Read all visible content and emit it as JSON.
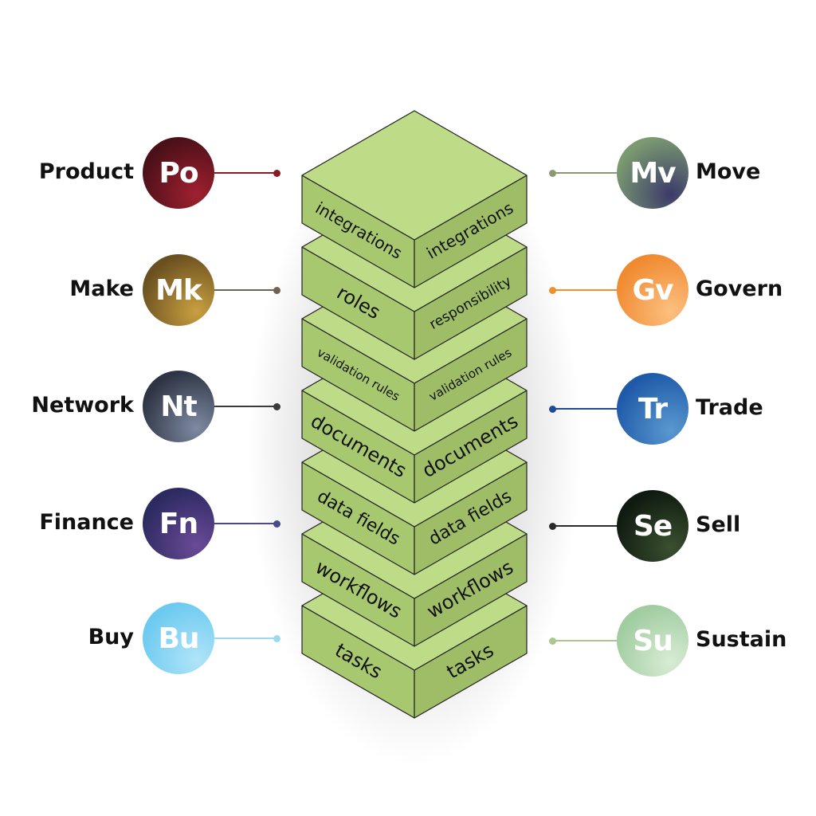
{
  "layers": [
    {
      "left": "integrations",
      "right": "integrations"
    },
    {
      "left": "roles",
      "right": "responsibility"
    },
    {
      "left": "validation rules",
      "right": "validation rules"
    },
    {
      "left": "documents",
      "right": "documents"
    },
    {
      "left": "data fields",
      "right": "data fields"
    },
    {
      "left": "workflows",
      "right": "workflows"
    },
    {
      "left": "tasks",
      "right": "tasks"
    }
  ],
  "left_domains": [
    {
      "label": "Product",
      "abbr": "Po",
      "color1": "#4a1018",
      "color2": "#a02030",
      "dot": "#8a1a24"
    },
    {
      "label": "Make",
      "abbr": "Mk",
      "color1": "#6a5020",
      "color2": "#c9a040",
      "dot": "#6e6250"
    },
    {
      "label": "Network",
      "abbr": "Nt",
      "color1": "#2e3444",
      "color2": "#7e8aa2",
      "dot": "#3a3a3a"
    },
    {
      "label": "Finance",
      "abbr": "Fn",
      "color1": "#2c2a60",
      "color2": "#6a4a98",
      "dot": "#4a4a8a"
    },
    {
      "label": "Buy",
      "abbr": "Bu",
      "color1": "#6ccaf0",
      "color2": "#b0e4f8",
      "dot": "#9cd8f0"
    }
  ],
  "right_domains": [
    {
      "label": "Move",
      "abbr": "Mv",
      "color1": "#7a9a70",
      "color2": "#3c3a6a",
      "dot": "#8a9a70"
    },
    {
      "label": "Govern",
      "abbr": "Gv",
      "color1": "#f08a30",
      "color2": "#fcc080",
      "dot": "#f0902c"
    },
    {
      "label": "Trade",
      "abbr": "Tr",
      "color1": "#1e5aa8",
      "color2": "#5a98d0",
      "dot": "#1e4a9a"
    },
    {
      "label": "Sell",
      "abbr": "Se",
      "color1": "#0f1a10",
      "color2": "#3a5030",
      "dot": "#2a2a2a"
    },
    {
      "label": "Sustain",
      "abbr": "Su",
      "color1": "#a0cca0",
      "color2": "#d8ecd4",
      "dot": "#a8c890"
    }
  ],
  "colors": {
    "top": "#bedb87",
    "front_left": "#a8c870",
    "front_right": "#9ebd66",
    "edge": "#222222"
  }
}
